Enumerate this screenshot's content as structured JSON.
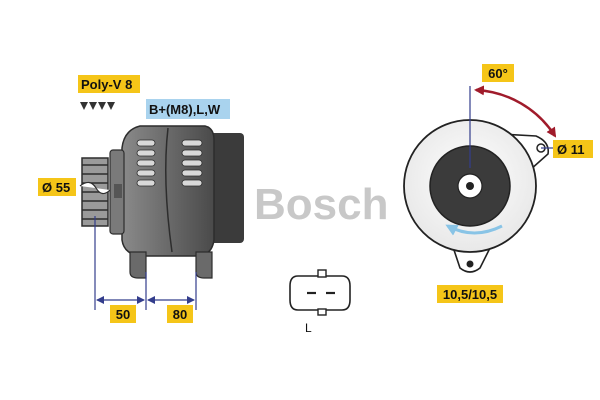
{
  "labels": {
    "belt": "Poly-V 8",
    "terminals": "B+(M8),L,W",
    "pulley_diameter": "Ø 55",
    "dim_left": "50",
    "dim_right": "80",
    "angle": "60°",
    "hole_diameter": "Ø 11",
    "mount_dims": "10,5/10,5",
    "connector_pin": "L"
  },
  "watermark": {
    "brand": "Bosch",
    "symbol": "©"
  },
  "colors": {
    "label_bg": "#f5c518",
    "terminal_bg": "#a9d3ee",
    "dim_line": "#333d8c",
    "angle_arc": "#a01b2b",
    "rotation_arrow": "#89c4e6",
    "watermark": "#c8c8c8",
    "housing_dark": "#3b3b3b",
    "housing_mid": "#6f6f6f"
  }
}
